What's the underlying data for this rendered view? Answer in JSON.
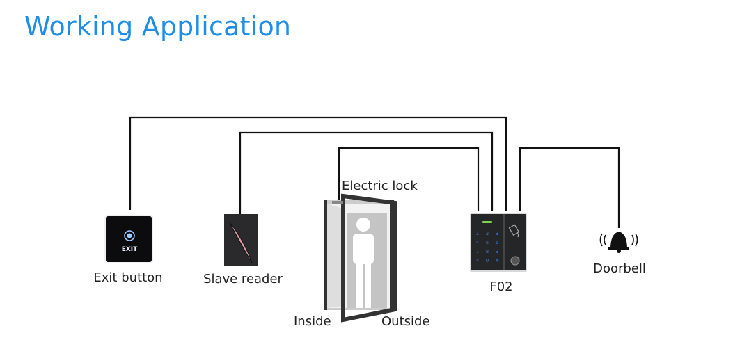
{
  "title": "Working Application",
  "devices": {
    "exit_button": {
      "label": "Exit button",
      "glyph_text": "EXIT"
    },
    "slave_reader": {
      "label": "Slave reader"
    },
    "electric_lock": {
      "label": "Electric lock"
    },
    "door": {
      "inside_label": "Inside",
      "outside_label": "Outside"
    },
    "controller": {
      "label": "F02",
      "keys": [
        "1",
        "2",
        "3",
        "4",
        "5",
        "6",
        "7",
        "8",
        "9",
        "*",
        "0",
        "#"
      ]
    },
    "doorbell": {
      "label": "Doorbell"
    }
  },
  "colors": {
    "title": "#1e8ee6",
    "wire": "#111111",
    "keypad_digits": "#3a78d8",
    "status_led": "#7ed34a"
  }
}
